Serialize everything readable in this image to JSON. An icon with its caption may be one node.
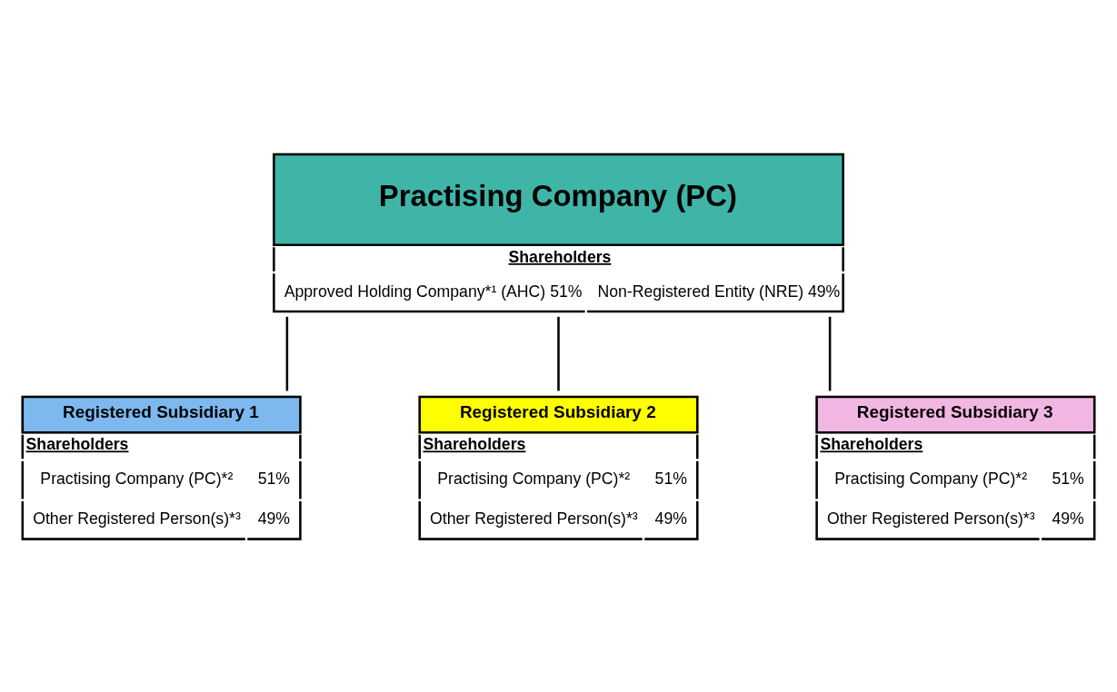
{
  "diagram": {
    "nodes": [
      {
        "text": [
          "Practising Company (PC)",
          "Shareholders",
          "Approved Holding Company*¹ (AHC) 51%",
          "Non-Registered Entity (NRE) 49%"
        ]
      },
      {
        "text": [
          "Registered Subsidiary 1",
          "Shareholders",
          "Practising Company (PC)*²",
          "51%",
          "Other Registered Person(s)*³",
          "49%"
        ]
      },
      {
        "text": [
          "Registered Subsidiary 2",
          "Shareholders",
          "Practising Company (PC)*²",
          "51%",
          "Other Registered Person(s)*³",
          "49%"
        ]
      },
      {
        "text": [
          "Registered Subsidiary 3",
          "Shareholders",
          "Practising Company (PC)*²",
          "51%",
          "Other Registered Person(s)*³",
          "49%"
        ]
      }
    ],
    "edges": [
      {
        "from": 0,
        "to": 1,
        "arrow": "none"
      },
      {
        "from": 0,
        "to": 2,
        "arrow": "none"
      },
      {
        "from": 0,
        "to": 3,
        "arrow": "none"
      }
    ]
  }
}
